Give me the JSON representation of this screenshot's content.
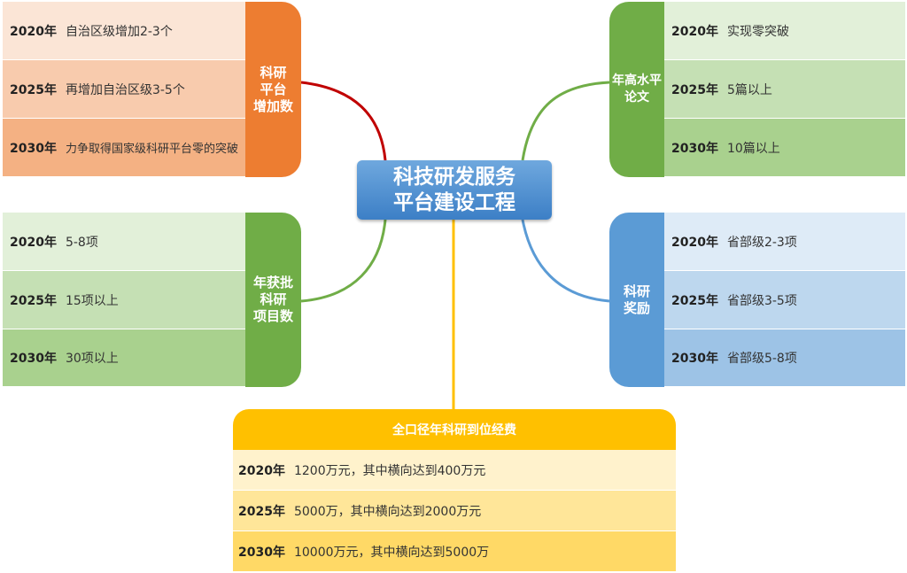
{
  "center": {
    "title": "科技研发服务\n平台建设工程"
  },
  "colors": {
    "orange": "#ED7D31",
    "green": "#70AD47",
    "blue": "#5B9BD5",
    "yellow": "#FFC000",
    "red": "#C00000"
  },
  "platform": {
    "label": "科研\n平台\n增加数",
    "rows": [
      {
        "year": "2020年",
        "text": "自治区级增加2-3个"
      },
      {
        "year": "2025年",
        "text": "再增加自治区级3-5个"
      },
      {
        "year": "2030年",
        "text": "力争取得国家级科研平台零的突破"
      }
    ]
  },
  "projects": {
    "label": "年获批\n科研\n项目数",
    "rows": [
      {
        "year": "2020年",
        "text": "5-8项"
      },
      {
        "year": "2025年",
        "text": "15项以上"
      },
      {
        "year": "2030年",
        "text": "30项以上"
      }
    ]
  },
  "papers": {
    "label": "年高水平\n论文",
    "rows": [
      {
        "year": "2020年",
        "text": "实现零突破"
      },
      {
        "year": "2025年",
        "text": "5篇以上"
      },
      {
        "year": "2030年",
        "text": "10篇以上"
      }
    ]
  },
  "awards": {
    "label": "科研\n奖励",
    "rows": [
      {
        "year": "2020年",
        "text": "省部级2-3项"
      },
      {
        "year": "2025年",
        "text": "省部级3-5项"
      },
      {
        "year": "2030年",
        "text": "省部级5-8项"
      }
    ]
  },
  "funding": {
    "title": "全口径年科研到位经费",
    "rows": [
      {
        "year": "2020年",
        "text": "1200万元，其中横向达到400万元"
      },
      {
        "year": "2025年",
        "text": "5000万，其中横向达到2000万元"
      },
      {
        "year": "2030年",
        "text": "10000万元，其中横向达到5000万"
      }
    ]
  }
}
